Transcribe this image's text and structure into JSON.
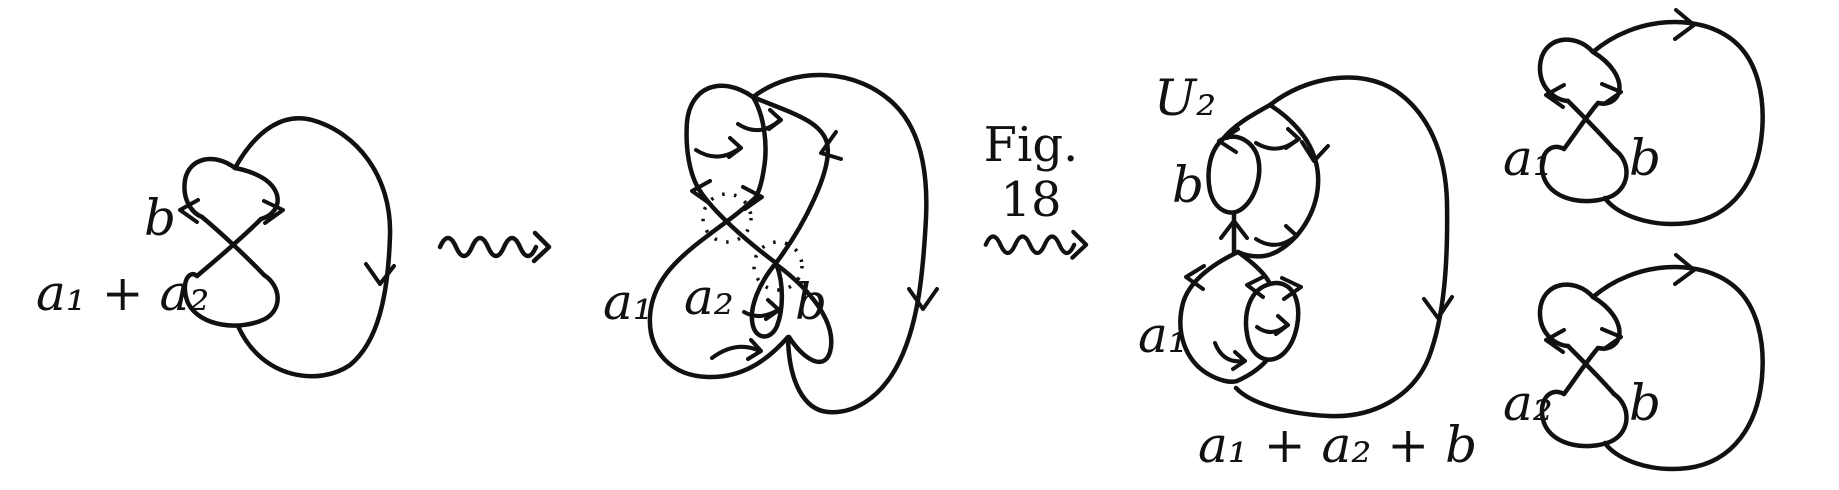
{
  "figure": {
    "caption": {
      "line1": "Fig.",
      "line2": "18"
    }
  },
  "diagram_initial": {
    "label_top_loop": "b",
    "label_bottom_loop": "a₁ + a₂"
  },
  "diagram_expanded": {
    "label_a1": "a₁",
    "label_a2": "a₂",
    "label_b": "b"
  },
  "diagram_result": {
    "label_unknot": "U₂",
    "label_b": "b",
    "label_a1": "a₁",
    "label_sum": "a₁ + a₂ + b"
  },
  "diagram_component_top": {
    "label_a1": "a₁",
    "label_b": "b"
  },
  "diagram_component_bottom": {
    "label_a2": "a₂",
    "label_b": "b"
  },
  "icons": {
    "squiggle_arrow": "squiggle-right-arrow",
    "orientation_arrow": "curved-orientation-arrow"
  },
  "colors": {
    "ink": "#111111",
    "background": "#ffffff"
  }
}
